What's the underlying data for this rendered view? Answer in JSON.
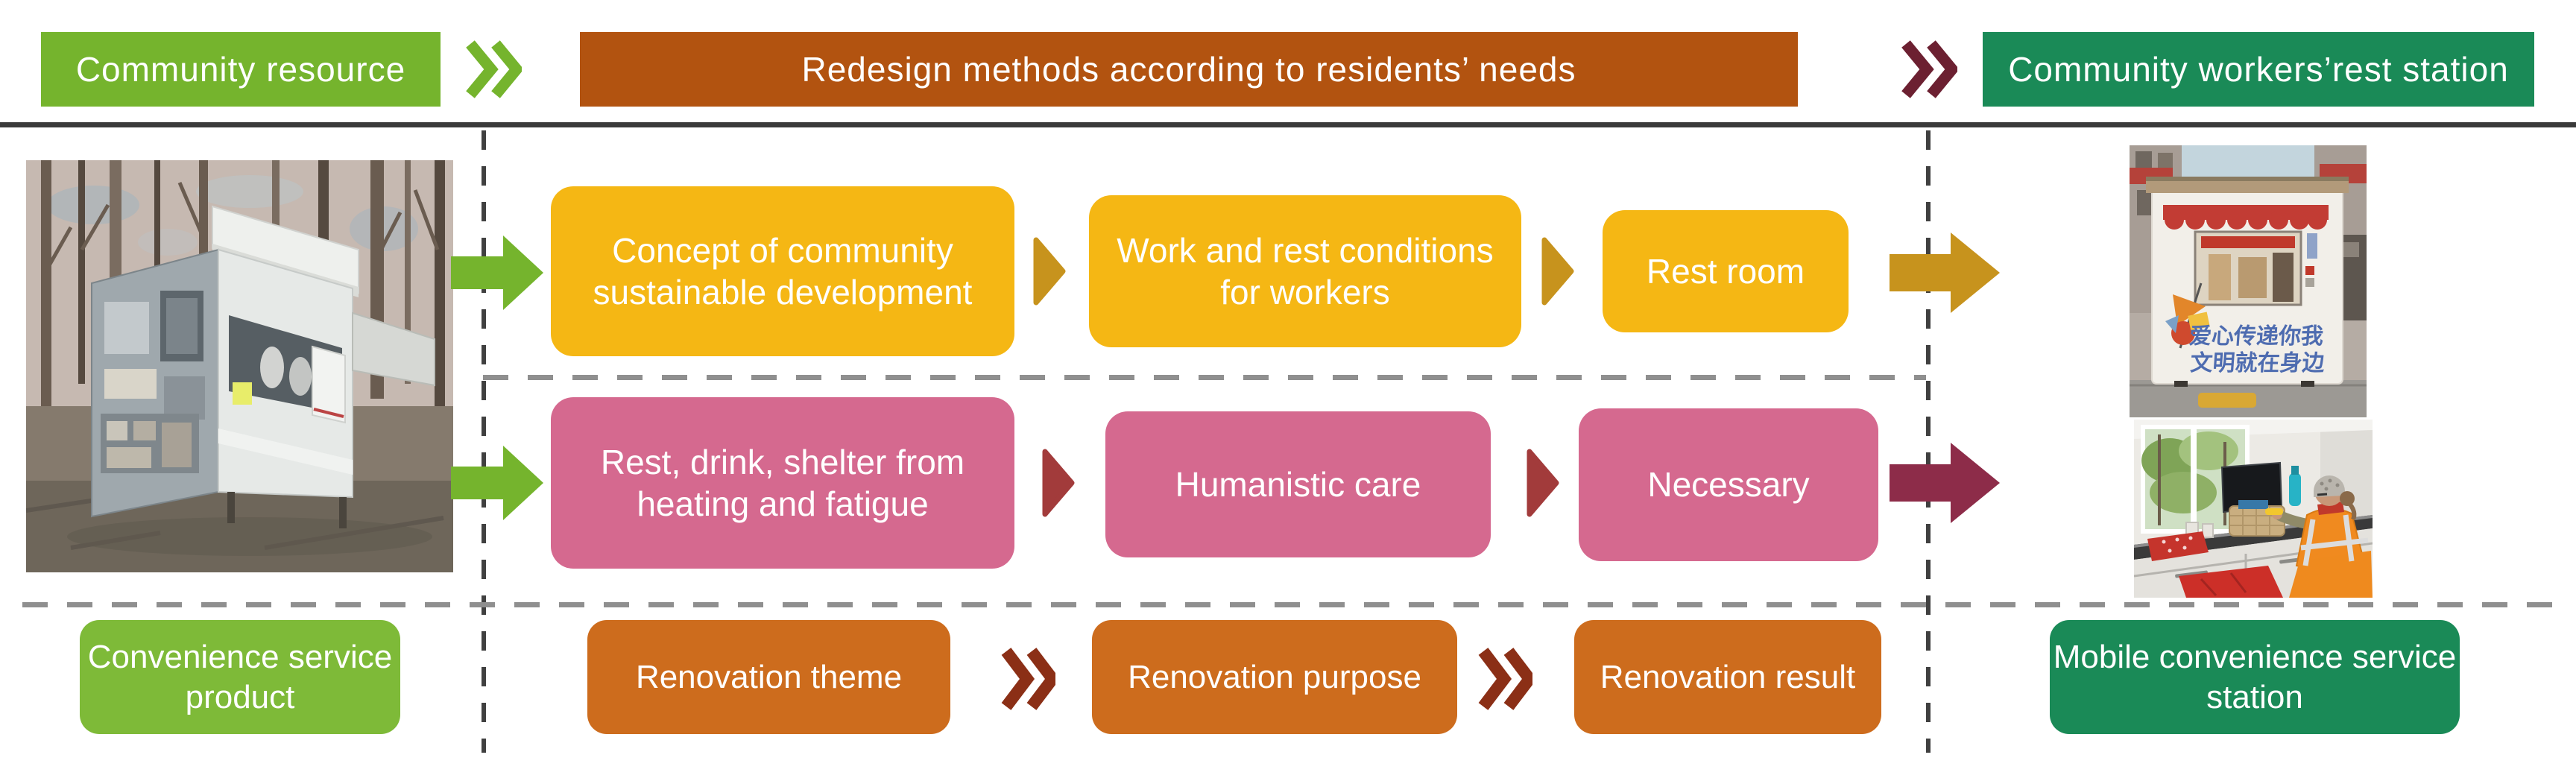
{
  "colors": {
    "green": "#75b42d",
    "green_light": "#7eba38",
    "banner_orange": "#b25310",
    "box_orange": "#cd6c1d",
    "dark_green": "#1a8a57",
    "yellow": "#f5b714",
    "gold": "#c7931d",
    "pink": "#d5698f",
    "brick_red": "#a23b3b",
    "maroon_arrow": "#8d2c49",
    "maroon_chevron": "#6c2031",
    "rust_chevron": "#8b2f16"
  },
  "header": {
    "source_label": "Community resource",
    "process_label": "Redesign methods according to residents’ needs",
    "result_label": "Community workers’rest station"
  },
  "design_row": {
    "steps": [
      {
        "label": "Concept of community sustainable development"
      },
      {
        "label": "Work and rest conditions for workers"
      },
      {
        "label": "Rest room"
      }
    ]
  },
  "needs_row": {
    "steps": [
      {
        "label": "Rest, drink, shelter from heating and fatigue"
      },
      {
        "label": "Humanistic care"
      },
      {
        "label": "Necessary"
      }
    ]
  },
  "footer": {
    "source_label": "Convenience service product",
    "steps": [
      {
        "label": "Renovation theme"
      },
      {
        "label": "Renovation purpose"
      },
      {
        "label": "Renovation result"
      }
    ],
    "result_label": "Mobile convenience service station"
  },
  "photos": {
    "exterior_slogan_line1": "爱心传递你我",
    "exterior_slogan_line2": "文明就在身边"
  }
}
